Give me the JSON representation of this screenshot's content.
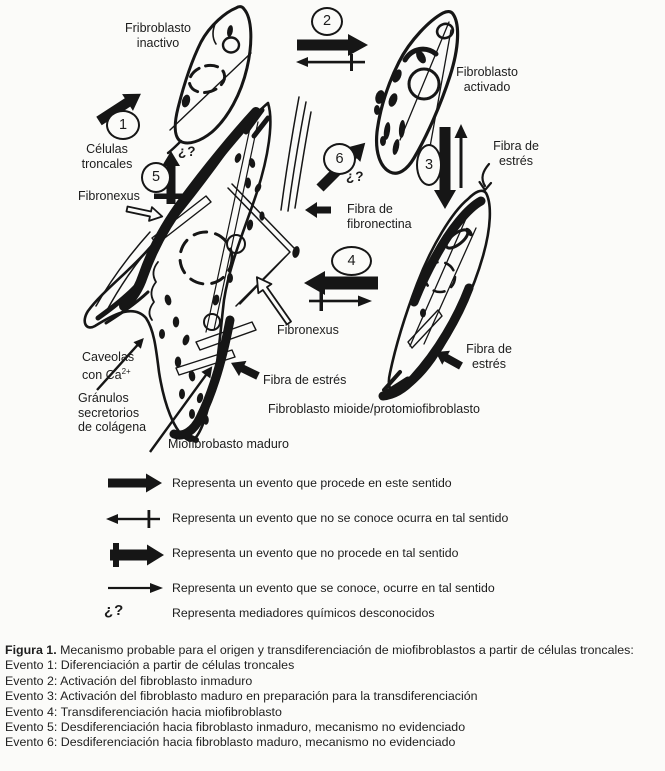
{
  "meta": {
    "background_color": "#fbfbf9",
    "ink_color": "#161616"
  },
  "diagram": {
    "labels": {
      "fibroblasto_inactivo": {
        "line1": "Fribroblasto",
        "line2": "inactivo"
      },
      "fibroblasto_activado": {
        "line1": "Fibroblasto",
        "line2": "activado"
      },
      "fibra_estres_top": {
        "line1": "Fibra de",
        "line2": "estrés"
      },
      "celulas_troncales": {
        "line1": "Células",
        "line2": "troncales"
      },
      "fibronexus_left": "Fibronexus",
      "fibra_fibronectina": {
        "line1": "Fibra de",
        "line2": "fibronectina"
      },
      "fibronexus_right": "Fibronexus",
      "fibra_estres_center": "Fibra de estrés",
      "fibra_estres_right": {
        "line1": "Fibra de",
        "line2": "estrés"
      },
      "fibroblasto_mioide": "Fibroblasto mioide/protomiofibroblasto",
      "caveolas": {
        "line1": "Caveolas",
        "line2_text": "con Ca",
        "line2_sup": "2+"
      },
      "granulos": {
        "line1": "Gránulos",
        "line2": "secretorios",
        "line3": "de colágena"
      },
      "miofibroblasto_maduro": "Miofibrobasto maduro",
      "question_mark": "¿?"
    },
    "events": {
      "n1": "1",
      "n2": "2",
      "n3": "3",
      "n4": "4",
      "n5": "5",
      "n6": "6"
    }
  },
  "legend": {
    "items": [
      {
        "symbol": "thick-forward-arrow",
        "text": "Representa un evento que procede en este sentido"
      },
      {
        "symbol": "crossed-thin-left-arrow",
        "text": "Representa un evento que no se conoce ocurra en tal sentido"
      },
      {
        "symbol": "blocked-thick-forward-arrow",
        "text": "Representa un evento que no procede en tal sentido"
      },
      {
        "symbol": "thin-forward-arrow",
        "text": "Representa un evento que se conoce, ocurre en tal sentido"
      },
      {
        "symbol": "¿?",
        "text": "Representa mediadores químicos desconocidos"
      }
    ]
  },
  "caption": {
    "figure_label": "Figura 1.",
    "intro": " Mecanismo probable para el origen y transdiferenciación de miofibroblastos a partir de células troncales:",
    "events": [
      "Evento 1: Diferenciación a partir de células troncales",
      "Evento 2: Activación del fibroblasto inmaduro",
      "Evento 3: Activación del fibroblasto maduro en preparación para la transdiferenciación",
      "Evento 4: Transdiferenciación hacia miofibroblasto",
      "Evento 5: Desdiferenciación hacia fibroblasto inmaduro, mecanismo no evidenciado",
      "Evento 6: Desdiferenciación hacia fibroblasto maduro, mecanismo no evidenciado"
    ]
  }
}
